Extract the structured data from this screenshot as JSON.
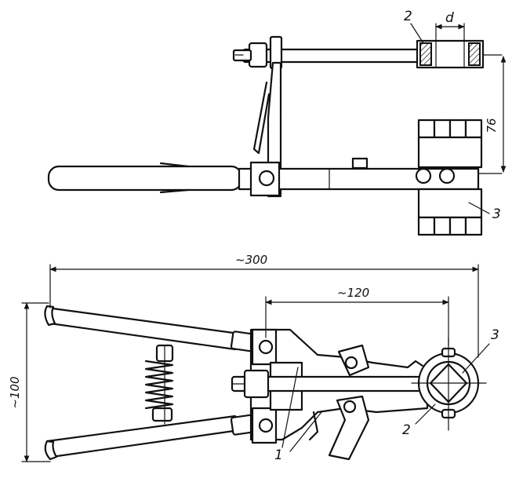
{
  "callouts": {
    "item_1": "1",
    "item_2_top": "2",
    "item_2_bottom": "2",
    "item_3_top": "3",
    "item_3_bottom": "3"
  },
  "dimensions": {
    "d": "d",
    "v76": "76",
    "length_total": "~300",
    "length_jaw": "~120",
    "height": "~100"
  }
}
